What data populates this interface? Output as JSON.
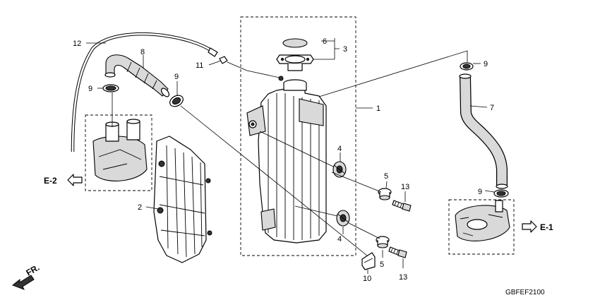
{
  "callouts": {
    "c1": "1",
    "c2": "2",
    "c3": "3",
    "c4a": "4",
    "c4b": "4",
    "c5a": "5",
    "c5b": "5",
    "c6": "6",
    "c7": "7",
    "c8": "8",
    "c9a": "9",
    "c9b": "9",
    "c9c": "9",
    "c9d": "9",
    "c10": "10",
    "c11": "11",
    "c12": "12",
    "c13a": "13",
    "c13b": "13"
  },
  "refs": {
    "e2": "E-2",
    "e1": "E-1",
    "fr": "FR."
  },
  "diagram_code": "GBFEF2100"
}
